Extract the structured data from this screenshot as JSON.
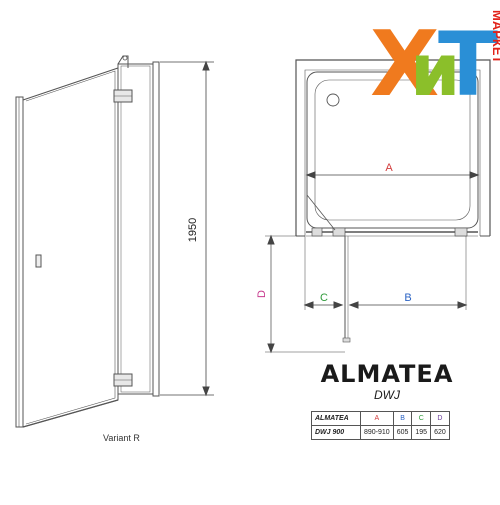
{
  "logo": {
    "letters": [
      "Х",
      "и",
      "Т"
    ],
    "vertical_text": "МАРКЕТ",
    "colors": {
      "x": "#f07a1e",
      "i": "#8bbf2a",
      "t": "#2a8fd6",
      "vertical": "#e2231a"
    }
  },
  "front_view": {
    "height_label": "1950",
    "variant_label": "Variant R"
  },
  "plan_view": {
    "dim_a": "A",
    "dim_b": "B",
    "dim_c": "C",
    "dim_d": "D",
    "colors": {
      "a": "#d23c3c",
      "b": "#2b63c4",
      "c": "#2f9a3a",
      "d": "#c73a8e"
    }
  },
  "product": {
    "name": "ALMATEA",
    "code": "DWJ"
  },
  "table": {
    "headers": [
      "ALMATEA",
      "A",
      "B",
      "C",
      "D"
    ],
    "rows": [
      [
        "DWJ 900",
        "890-910",
        "605",
        "195",
        "620"
      ]
    ]
  }
}
